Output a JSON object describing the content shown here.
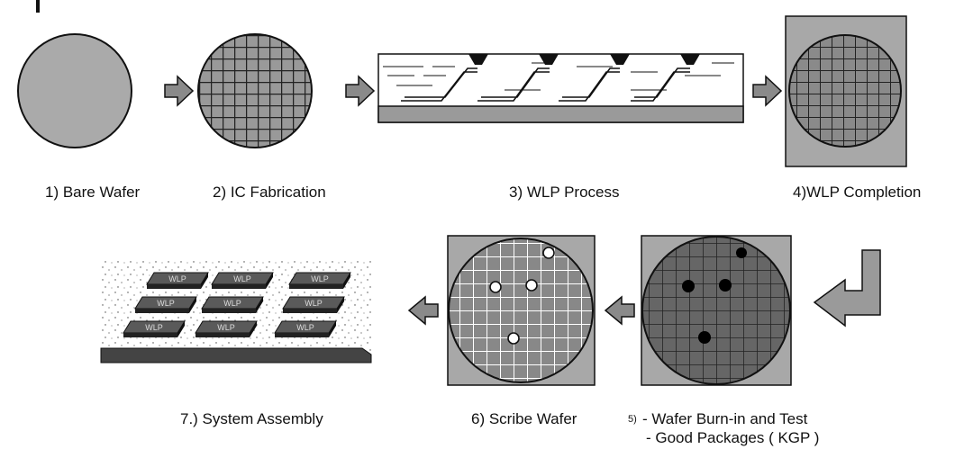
{
  "steps": {
    "s1": "1) Bare Wafer",
    "s2": "2) IC Fabrication",
    "s3": "3) WLP Process",
    "s4": "4)WLP Completion",
    "s5_num": "5)",
    "s5_line1": "- Wafer Burn-in and Test",
    "s5_line2": "- Good Packages ( KGP )",
    "s6": "6) Scribe Wafer",
    "s7": "7.) System Assembly"
  },
  "chip_label": "WLP",
  "colors": {
    "wafer_gray": "#aaaaaa",
    "wafer_dark": "#777777",
    "square_bg": "#a8a8a8",
    "arrow": "#8a8a8a",
    "board": "#444444",
    "chip": "#555555"
  }
}
